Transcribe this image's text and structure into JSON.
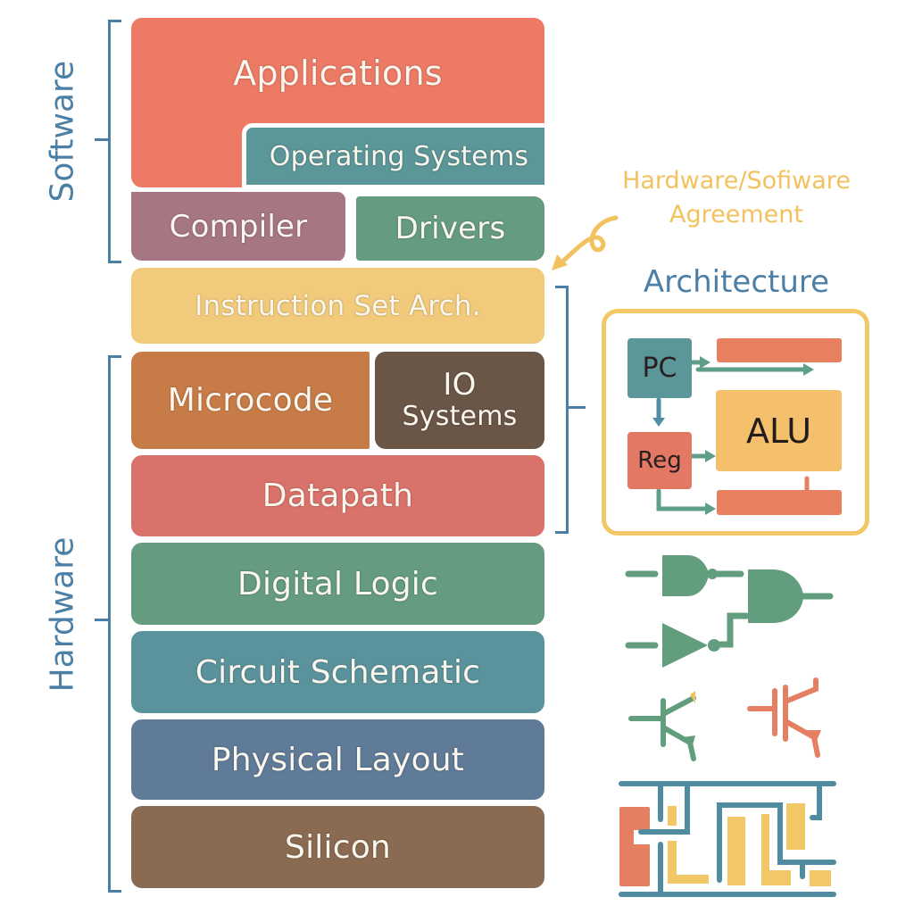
{
  "groups": {
    "software": "Software",
    "hardware": "Hardware"
  },
  "layers": {
    "applications": "Applications",
    "operating_systems": "Operating Systems",
    "compiler": "Compiler",
    "drivers": "Drivers",
    "isa": "Instruction Set Arch.",
    "microcode": "Microcode",
    "io_line1": "IO",
    "io_line2": "Systems",
    "datapath": "Datapath",
    "digital_logic": "Digital Logic",
    "circuit_schematic": "Circuit Schematic",
    "physical_layout": "Physical Layout",
    "silicon": "Silicon"
  },
  "annotation": {
    "line1": "Hardware/Sofiware",
    "line2": "Agreement"
  },
  "architecture": {
    "title": "Architecture",
    "pc": "PC",
    "reg": "Reg",
    "alu": "ALU"
  },
  "colors": {
    "applications": "#ec7a65",
    "operating_systems": "#5b9698",
    "compiler": "#a67683",
    "drivers": "#659c80",
    "isa": "#f1cb7b",
    "microcode": "#c77c47",
    "io_systems": "#6a5646",
    "datapath": "#d9726a",
    "digital_logic": "#659c80",
    "circuit_schematic": "#5b939c",
    "physical_layout": "#5f7b98",
    "silicon": "#8a6b52",
    "bracket": "#4c7fa6",
    "annotation": "#f2c25f"
  }
}
